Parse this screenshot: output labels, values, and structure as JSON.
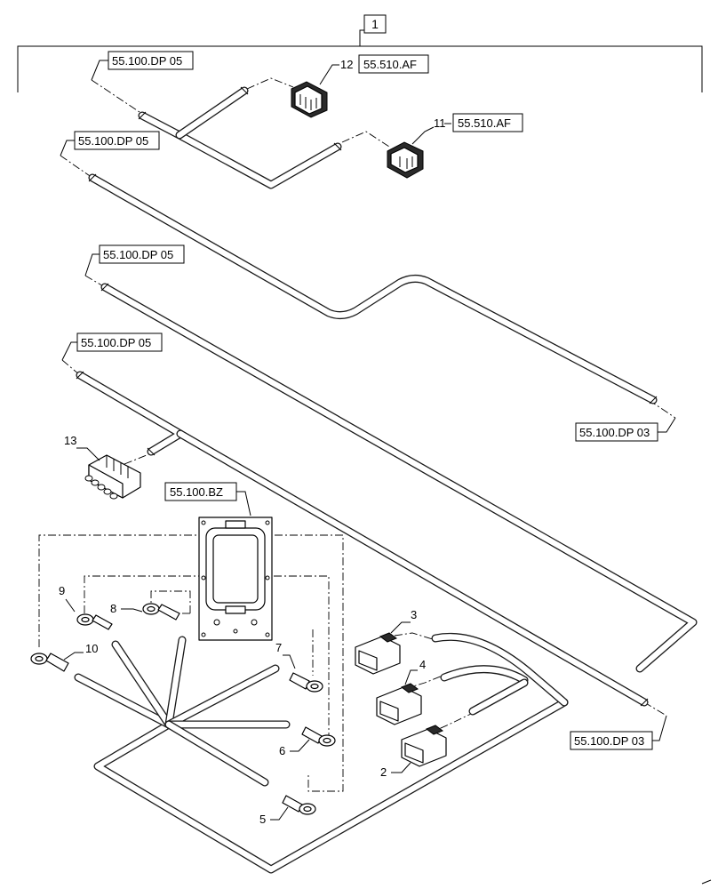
{
  "assembly": {
    "item": "1"
  },
  "refs": {
    "r1": "55.100.DP 05",
    "r2": "55.100.DP 05",
    "r3": "55.100.DP 05",
    "r4": "55.100.DP 05",
    "r5": "55.100.DP 03",
    "r6": "55.100.DP 03",
    "r7": "55.510.AF",
    "r8": "55.510.AF",
    "r9": "55.100.BZ"
  },
  "callouts": {
    "c2": "2",
    "c3": "3",
    "c4": "4",
    "c5": "5",
    "c6": "6",
    "c7": "7",
    "c8": "8",
    "c9": "9",
    "c10": "10",
    "c11": "11",
    "c12": "12",
    "c13": "13"
  },
  "colors": {
    "line": "#000000",
    "background": "#ffffff"
  }
}
